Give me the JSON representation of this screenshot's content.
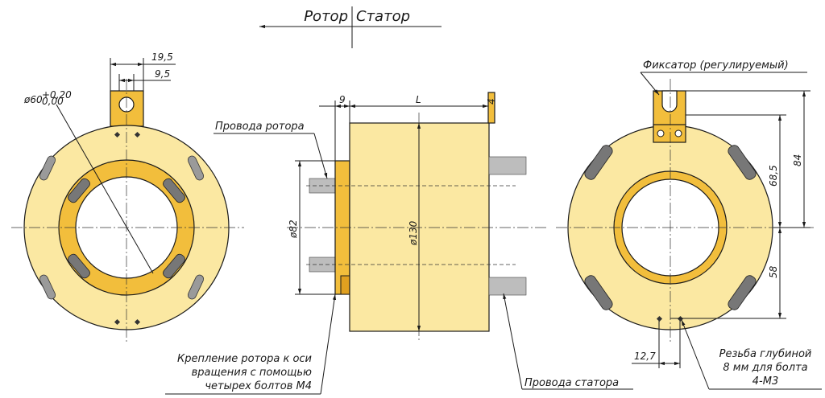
{
  "header": {
    "rotor": "Ротор",
    "stator": "Статор"
  },
  "labels": {
    "rotor_wires": "Провода ротора",
    "stator_wires": "Провода статора",
    "lock": "Фиксатор (регулируемый)",
    "mount_line1": "Крепление ротора к оси",
    "mount_line2": "вращения с помощью",
    "mount_line3": "четырех болтов М4",
    "thread_line1": "Резьба глубиной",
    "thread_line2": "8 мм для болта",
    "thread_line3": "4-М3"
  },
  "dimensions": {
    "tab_outer": "19,5",
    "tab_inner": "9,5",
    "bore_prefix": "ø60",
    "bore_tol_upper": "+0,20",
    "bore_tol_lower": "0,00",
    "flange_thickness": "9",
    "length": "L",
    "tab_thickness": "4",
    "flange_diameter": "ø82",
    "body_diameter": "ø130",
    "lock_height": "84",
    "lock_center": "68,5",
    "lower_distance": "58",
    "thread_offset": "12,7"
  },
  "colors": {
    "body": "#fbe8a2",
    "ring": "#f2be3c",
    "line": "#1a1a1a"
  }
}
